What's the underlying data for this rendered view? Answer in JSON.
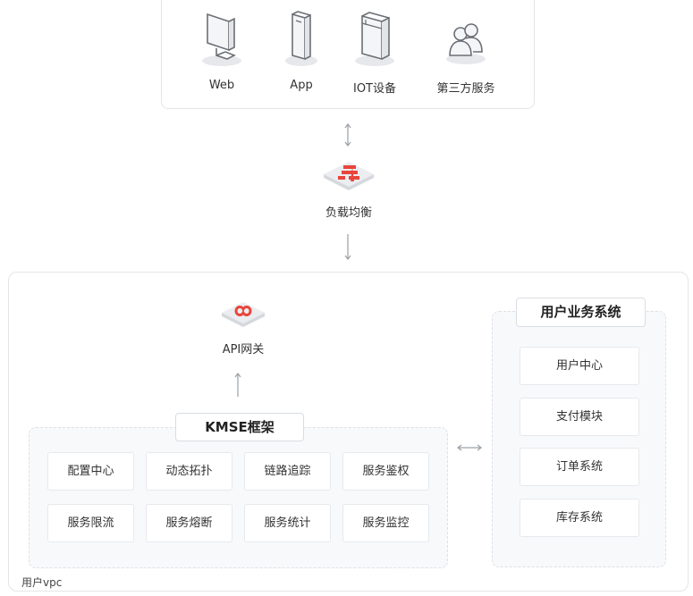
{
  "clients": [
    {
      "label": "Web",
      "icon": "monitor-icon"
    },
    {
      "label": "App",
      "icon": "phone-icon"
    },
    {
      "label": "IOT设备",
      "icon": "iot-device-icon"
    },
    {
      "label": "第三方服务",
      "icon": "users-icon"
    }
  ],
  "load_balancer": {
    "label": "负载均衡",
    "icon": "load-balancer-icon"
  },
  "vpc": {
    "label": "用户vpc"
  },
  "api_gateway": {
    "label": "API网关",
    "icon": "api-gateway-icon"
  },
  "kmse": {
    "title": "KMSE框架",
    "modules": [
      "配置中心",
      "动态拓扑",
      "链路追踪",
      "服务鉴权",
      "服务限流",
      "服务熔断",
      "服务统计",
      "服务监控"
    ]
  },
  "user_system": {
    "title": "用户业务系统",
    "modules": [
      "用户中心",
      "支付模块",
      "订单系统",
      "库存系统"
    ]
  },
  "colors": {
    "accent": "#e8453c",
    "border": "#e3e6ea",
    "panel": "#f8f9fb",
    "arrow": "#9aa0a6"
  }
}
